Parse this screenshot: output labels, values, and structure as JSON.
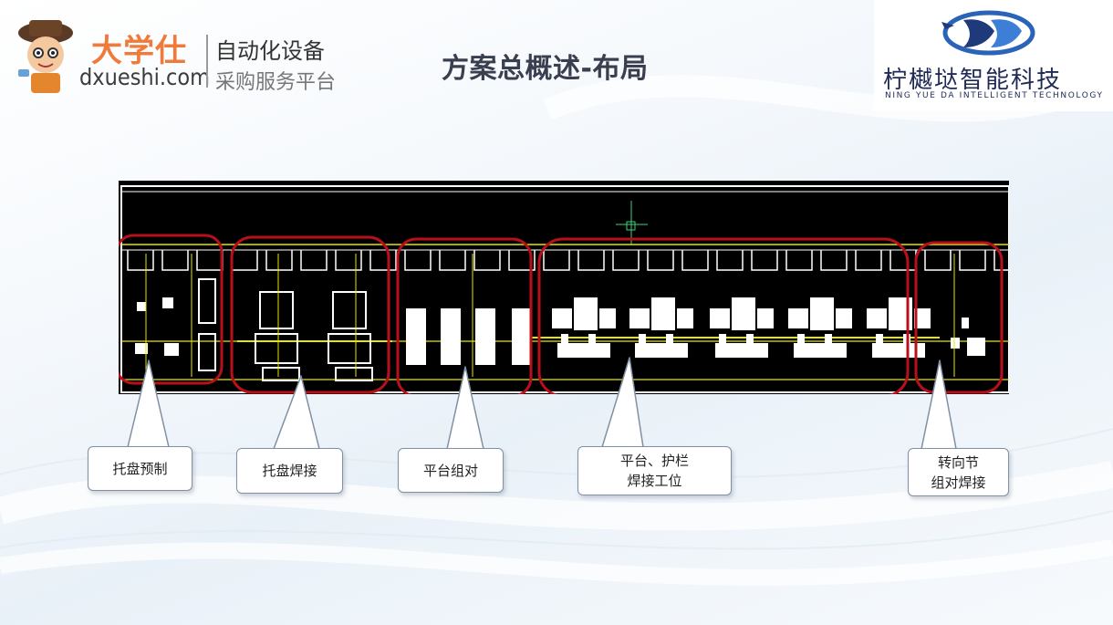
{
  "header": {
    "brand_name": "大学仕",
    "brand_domain": "dxueshi.com",
    "brand_tagline_1": "自动化设备",
    "brand_tagline_2": "采购服务平台",
    "slide_title": "方案总概述-布局"
  },
  "company": {
    "name_cn": "柠樾垯智能科技",
    "name_en": "NING YUE DA INTELLIGENT TECHNOLOGY",
    "logo_color": "#1f3a7a"
  },
  "colors": {
    "highlight_ring": "#c0101a",
    "drawing_bg": "#000000",
    "drawing_lines": "#ffffff",
    "drawing_accent": "#e6e600"
  },
  "callouts": [
    {
      "label_lines": [
        "托盘预制"
      ]
    },
    {
      "label_lines": [
        "托盘焊接"
      ]
    },
    {
      "label_lines": [
        "平台组对"
      ]
    },
    {
      "label_lines": [
        "平台、护栏",
        "焊接工位"
      ]
    },
    {
      "label_lines": [
        "转向节",
        "组对焊接"
      ]
    }
  ]
}
